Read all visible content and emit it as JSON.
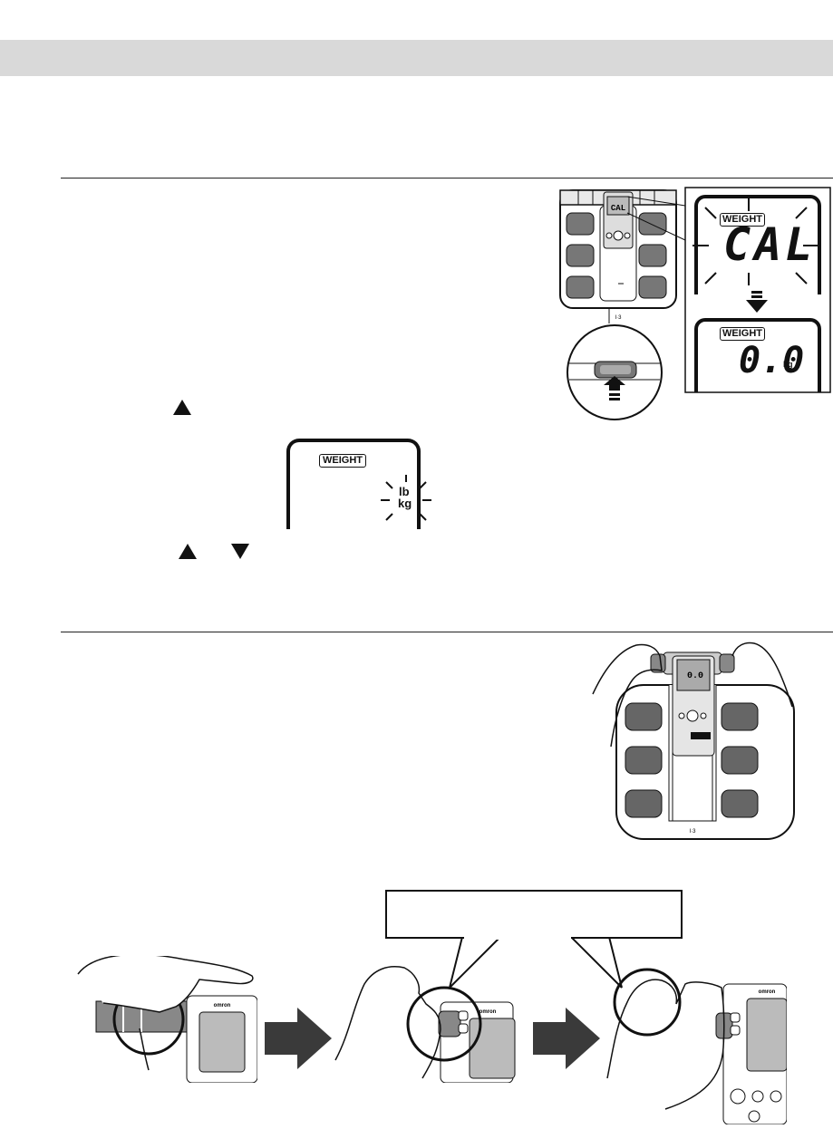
{
  "figure1": {
    "lcd_label": "WEIGHT",
    "flash_value": "CAL",
    "zero_value": "0.0",
    "unit": "kg",
    "mini_display": "CAL"
  },
  "figure2": {
    "lcd_label": "WEIGHT",
    "unit_lb": "lb",
    "unit_kg": "kg"
  },
  "figure3": {
    "mini_display": "0.0"
  },
  "brand": "omron",
  "colors": {
    "section_bar": "#d9d9d9",
    "arrow": "#3a3a3a"
  }
}
